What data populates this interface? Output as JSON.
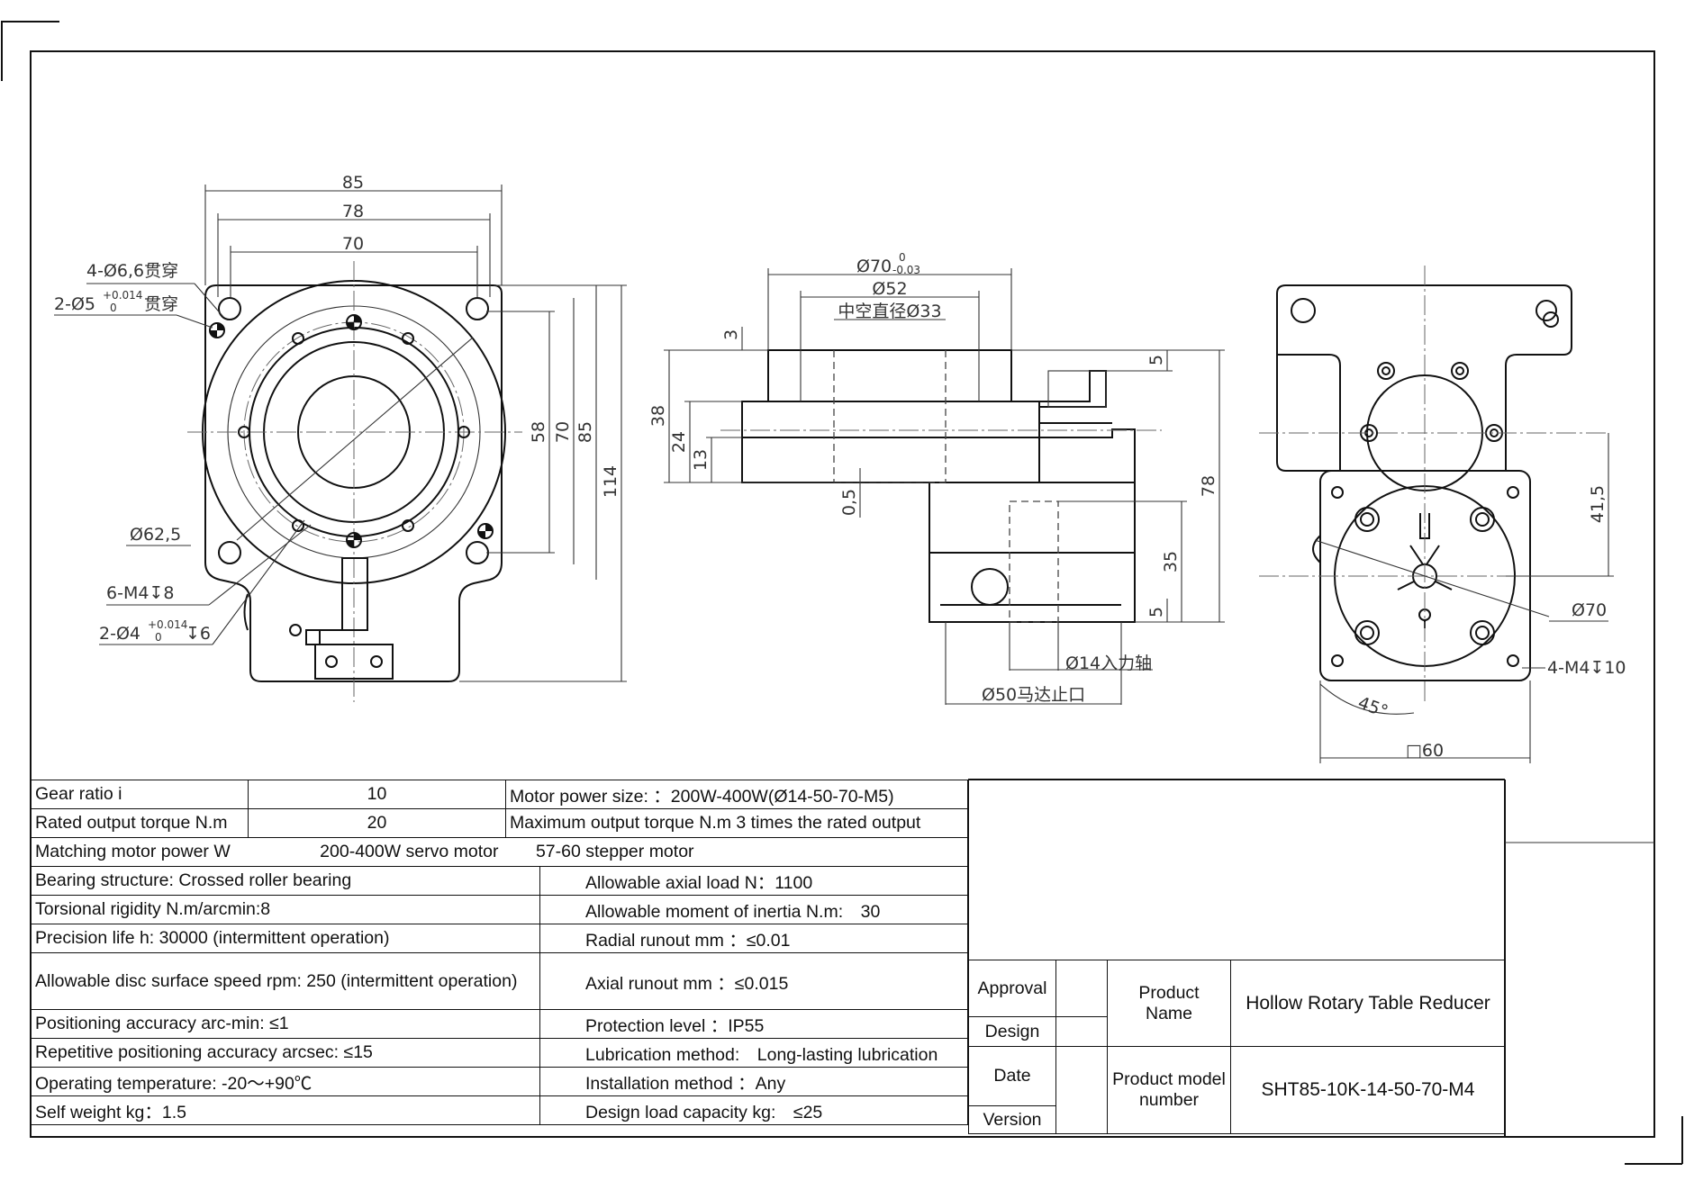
{
  "front_view": {
    "top_dims": [
      "85",
      "78",
      "70"
    ],
    "right_dims": [
      "58",
      "70",
      "85",
      "114"
    ],
    "callouts": {
      "through_holes": "4-Ø6,6贯穿",
      "pin_holes": "2-Ø5",
      "pin_holes_tol_upper": "+0.014",
      "pin_holes_tol_lower": "0",
      "pin_holes_suffix": "贯穿",
      "pcd": "Ø62,5",
      "tapped_holes": "6-M4↧8",
      "dowel_holes": "2-Ø4",
      "dowel_tol_upper": "+0.014",
      "dowel_tol_lower": "0",
      "dowel_suffix": "↧6"
    }
  },
  "side_view": {
    "top_dims": {
      "outer": "Ø70",
      "outer_tol_upper": "0",
      "outer_tol_lower": "-0.03",
      "mid": "Ø52",
      "hollow": "中空直径Ø33"
    },
    "left_dims": [
      "3",
      "38",
      "24",
      "13",
      "0,5"
    ],
    "right_dims": [
      "5",
      "78",
      "35",
      "5"
    ],
    "bottom_dims": [
      "Ø14入力轴",
      "Ø50马达止口"
    ]
  },
  "rear_view": {
    "dims": [
      "41,5",
      "Ø70",
      "4-M4↧10",
      "45°",
      "□60"
    ]
  },
  "specs": {
    "gear_ratio_label": "Gear ratio i",
    "gear_ratio_value": "10",
    "motor_power_size": "Motor power size: ：200W-400W(Ø14-50-70-M5)",
    "rated_torque_label": "Rated output torque N.m",
    "rated_torque_value": "20",
    "max_torque": "Maximum output torque N.m 3 times the rated output",
    "matching_motor_label": "Matching motor power W",
    "matching_motor_servo": "200-400W servo motor",
    "matching_motor_stepper": "57-60 stepper motor",
    "bearing": "Bearing structure: Crossed roller bearing",
    "axial_load": "Allowable axial load N：1100",
    "torsional": "Torsional rigidity N.m/arcmin:8",
    "inertia": "Allowable moment of inertia N.m:　30",
    "life": "Precision life h: 30000 (intermittent operation)",
    "radial_runout": "Radial runout mm ：≤0.01",
    "disc_speed": "Allowable disc surface speed rpm: 250 (intermittent operation)",
    "axial_runout": "Axial runout mm ：≤0.015",
    "positioning": "Positioning accuracy arc-min: ≤1",
    "protection": "Protection level ：IP55",
    "repetitive": "Repetitive positioning accuracy arcsec: ≤15",
    "lubrication": "Lubrication method:　Long-lasting lubrication",
    "temperature": "Operating temperature: -20～+90℃",
    "installation": "Installation method ：Any",
    "weight": "Self weight kg：1.5",
    "design_load": "Design load capacity kg:　≤25"
  },
  "title_block": {
    "approval": "Approval",
    "design": "Design",
    "date": "Date",
    "version": "Version",
    "product_name_label_1": "Product",
    "product_name_label_2": "Name",
    "product_name": "Hollow Rotary Table Reducer",
    "model_label_1": "Product model",
    "model_label_2": "number",
    "model_number": "SHT85-10K-14-50-70-M4"
  }
}
